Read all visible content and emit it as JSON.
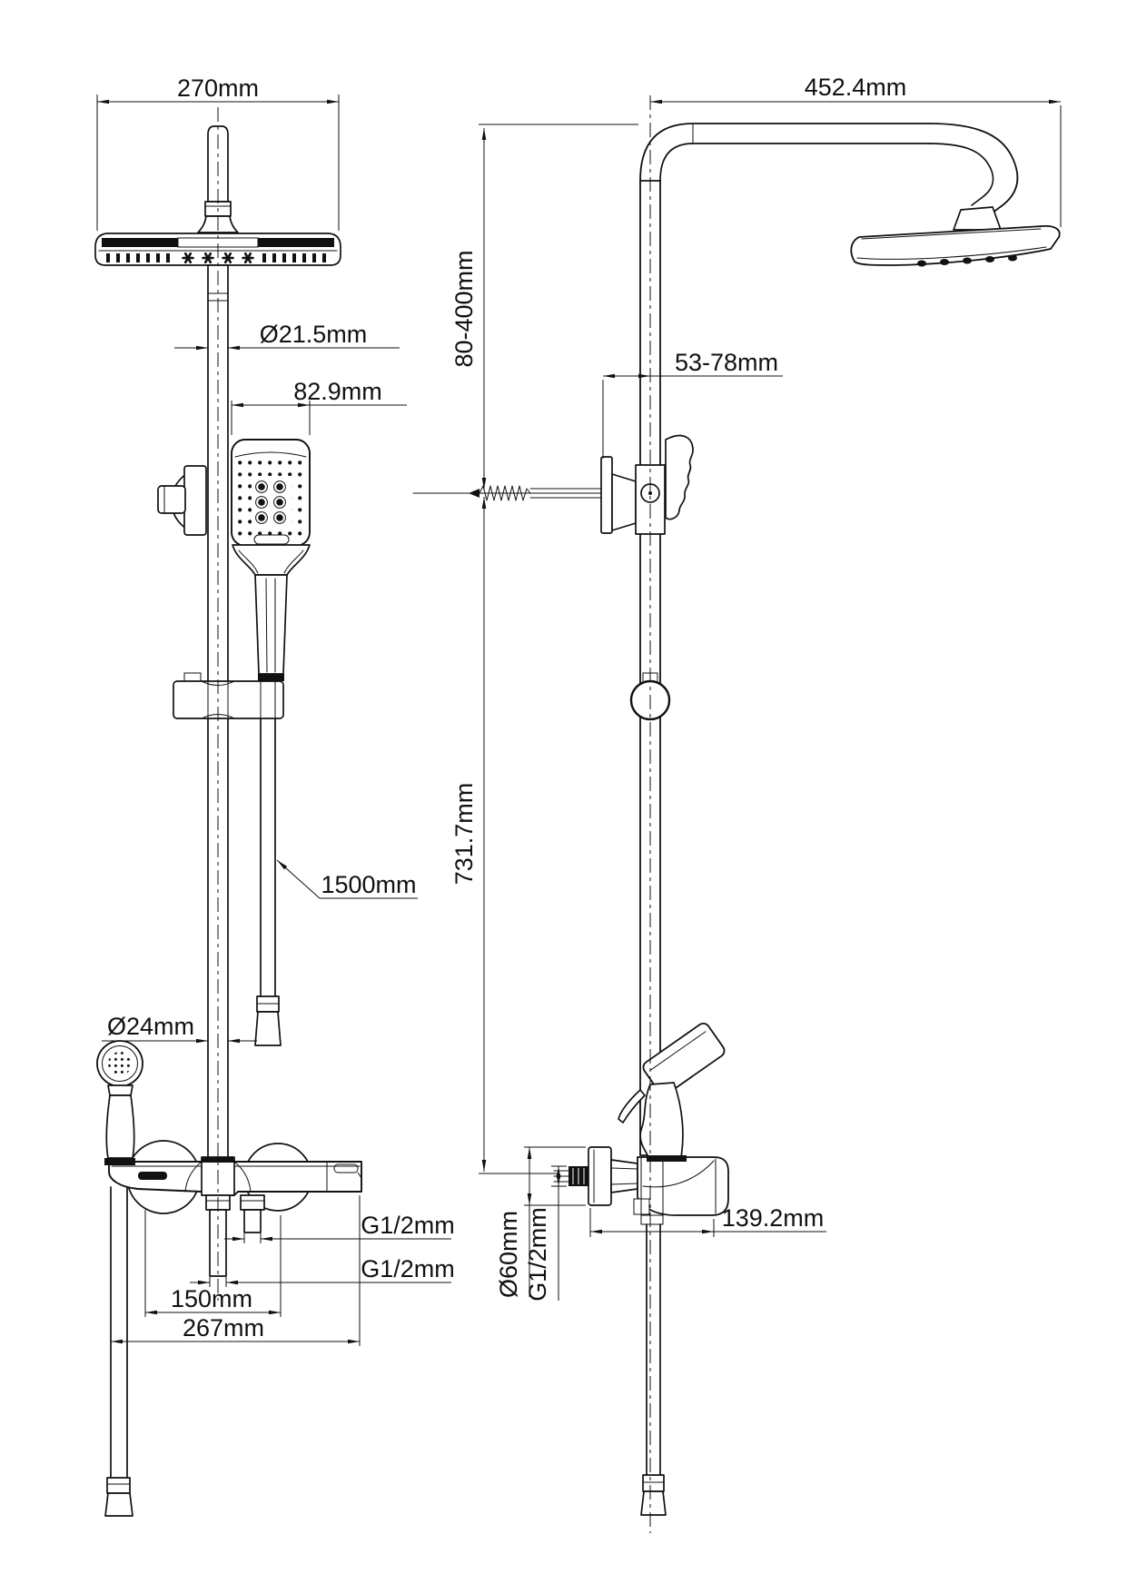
{
  "drawing": {
    "kind": "technical-dimension-drawing",
    "background": "#ffffff",
    "line_color": "#111111"
  },
  "front_view": {
    "dims": {
      "head_width": "270mm",
      "pipe_diameter": "Ø21.5mm",
      "handshower_width": "82.9mm",
      "hose_length": "1500mm",
      "lower_pipe_diameter": "Ø24mm",
      "outlet_thread": "G1/2mm",
      "inlet_thread": "G1/2mm",
      "connection_spacing": "150mm",
      "valve_width": "267mm"
    }
  },
  "side_view": {
    "dims": {
      "arm_reach": "452.4mm",
      "upper_height_range": "80-400mm",
      "bracket_wall_offset": "53-78mm",
      "lower_height": "731.7mm",
      "escutcheon_diameter": "Ø60mm",
      "wall_thread": "G1/2mm",
      "valve_depth": "139.2mm"
    }
  }
}
